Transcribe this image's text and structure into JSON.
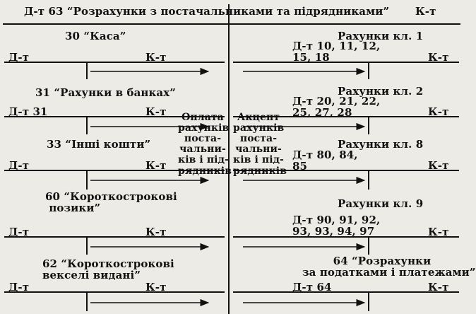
{
  "header": {
    "debit_label": "Д-т 63 “Розрахунки з  постачальниками та підрядниками”",
    "credit_label": "К-т"
  },
  "left_accounts": [
    {
      "name": "30 “Каса”",
      "debit": "Д-т",
      "credit": "К-т"
    },
    {
      "name": "31 “Рахунки в банках”",
      "debit": "Д-т 31",
      "credit": "К-т"
    },
    {
      "name": "33 “Інші кошти”",
      "debit": "Д-т",
      "credit": "К-т"
    },
    {
      "name": "60 “Короткострокові\n позики”",
      "debit": "Д-т",
      "credit": "К-т"
    },
    {
      "name": "62 “Короткострокові\nвекселі видані”",
      "debit": "Д-т",
      "credit": "К-т"
    }
  ],
  "right_accounts": [
    {
      "name": "Рахунки кл. 1",
      "debit": "Д-т 10, 11, 12,\n15, 18",
      "credit": "К-т"
    },
    {
      "name": "Рахунки кл. 2",
      "debit": "Д-т 20, 21, 22,\n25, 27, 28",
      "credit": "К-т"
    },
    {
      "name": "Рахунки кл. 8",
      "debit": "Д-т 80, 84,\n85",
      "credit": "К-т"
    },
    {
      "name": "Рахунки кл. 9",
      "debit": "Д-т 90, 91, 92,\n93, 93, 94, 97",
      "credit": "К-т"
    },
    {
      "name": "64 “Розрахунки\nза податками і платежами”",
      "debit": "Д-т 64",
      "credit": "К-т"
    }
  ],
  "annotations": {
    "left": "Оплата\nрахунків\nпоста-\nчальни-\nків і під-\nрядників",
    "right": "Акцепт\nрахунків\nпоста-\nчальни-\nків і під-\nрядників"
  },
  "colors": {
    "background": "#ecebe6",
    "ink": "#111111"
  }
}
